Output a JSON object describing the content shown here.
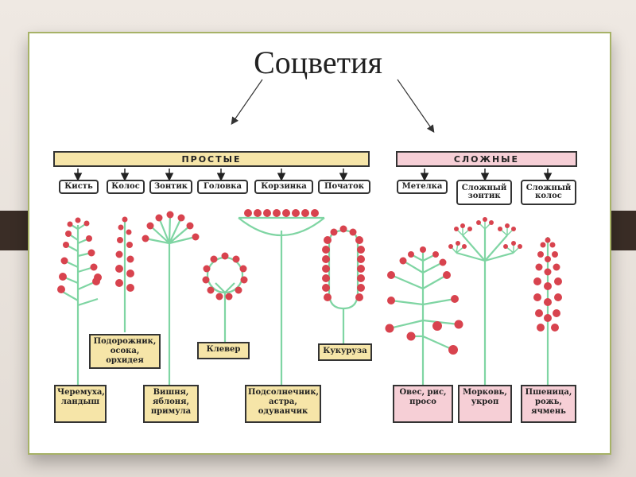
{
  "title": "Соцветия",
  "groups": {
    "simple": "ПРОСТЫЕ",
    "complex": "СЛОЖНЫЕ"
  },
  "types": {
    "kist": "Кисть",
    "kolos": "Колос",
    "zontik": "Зонтик",
    "golovka": "Головка",
    "korzinka": "Корзинка",
    "pochatok": "Початок",
    "metelka": "Метелка",
    "slozhny_zontik": "Сложный зонтик",
    "slozhny_kolos": "Сложный колос"
  },
  "examples": {
    "kist": "Черемуха,\nландыш",
    "kolos": "Подорожник,\nосока,\nорхидея",
    "zontik": "Вишня,\nяблоня,\nпримула",
    "golovka": "Клевер",
    "korzinka": "Подсолнечник,\nастра,\nодуванчик",
    "pochatok": "Кукуруза",
    "metelka": "Овес, рис,\nпросо",
    "slozhny_zontik": "Морковь,\nукроп",
    "slozhny_kolos": "Пшеница,\nрожь,\nячмень"
  },
  "colors": {
    "stem": "#7fd5a3",
    "flower": "#d8434e",
    "simple_fill": "#f6e5a8",
    "complex_fill": "#f6cfd6",
    "slide_border": "#a7b267",
    "band": "#3a2d26"
  }
}
